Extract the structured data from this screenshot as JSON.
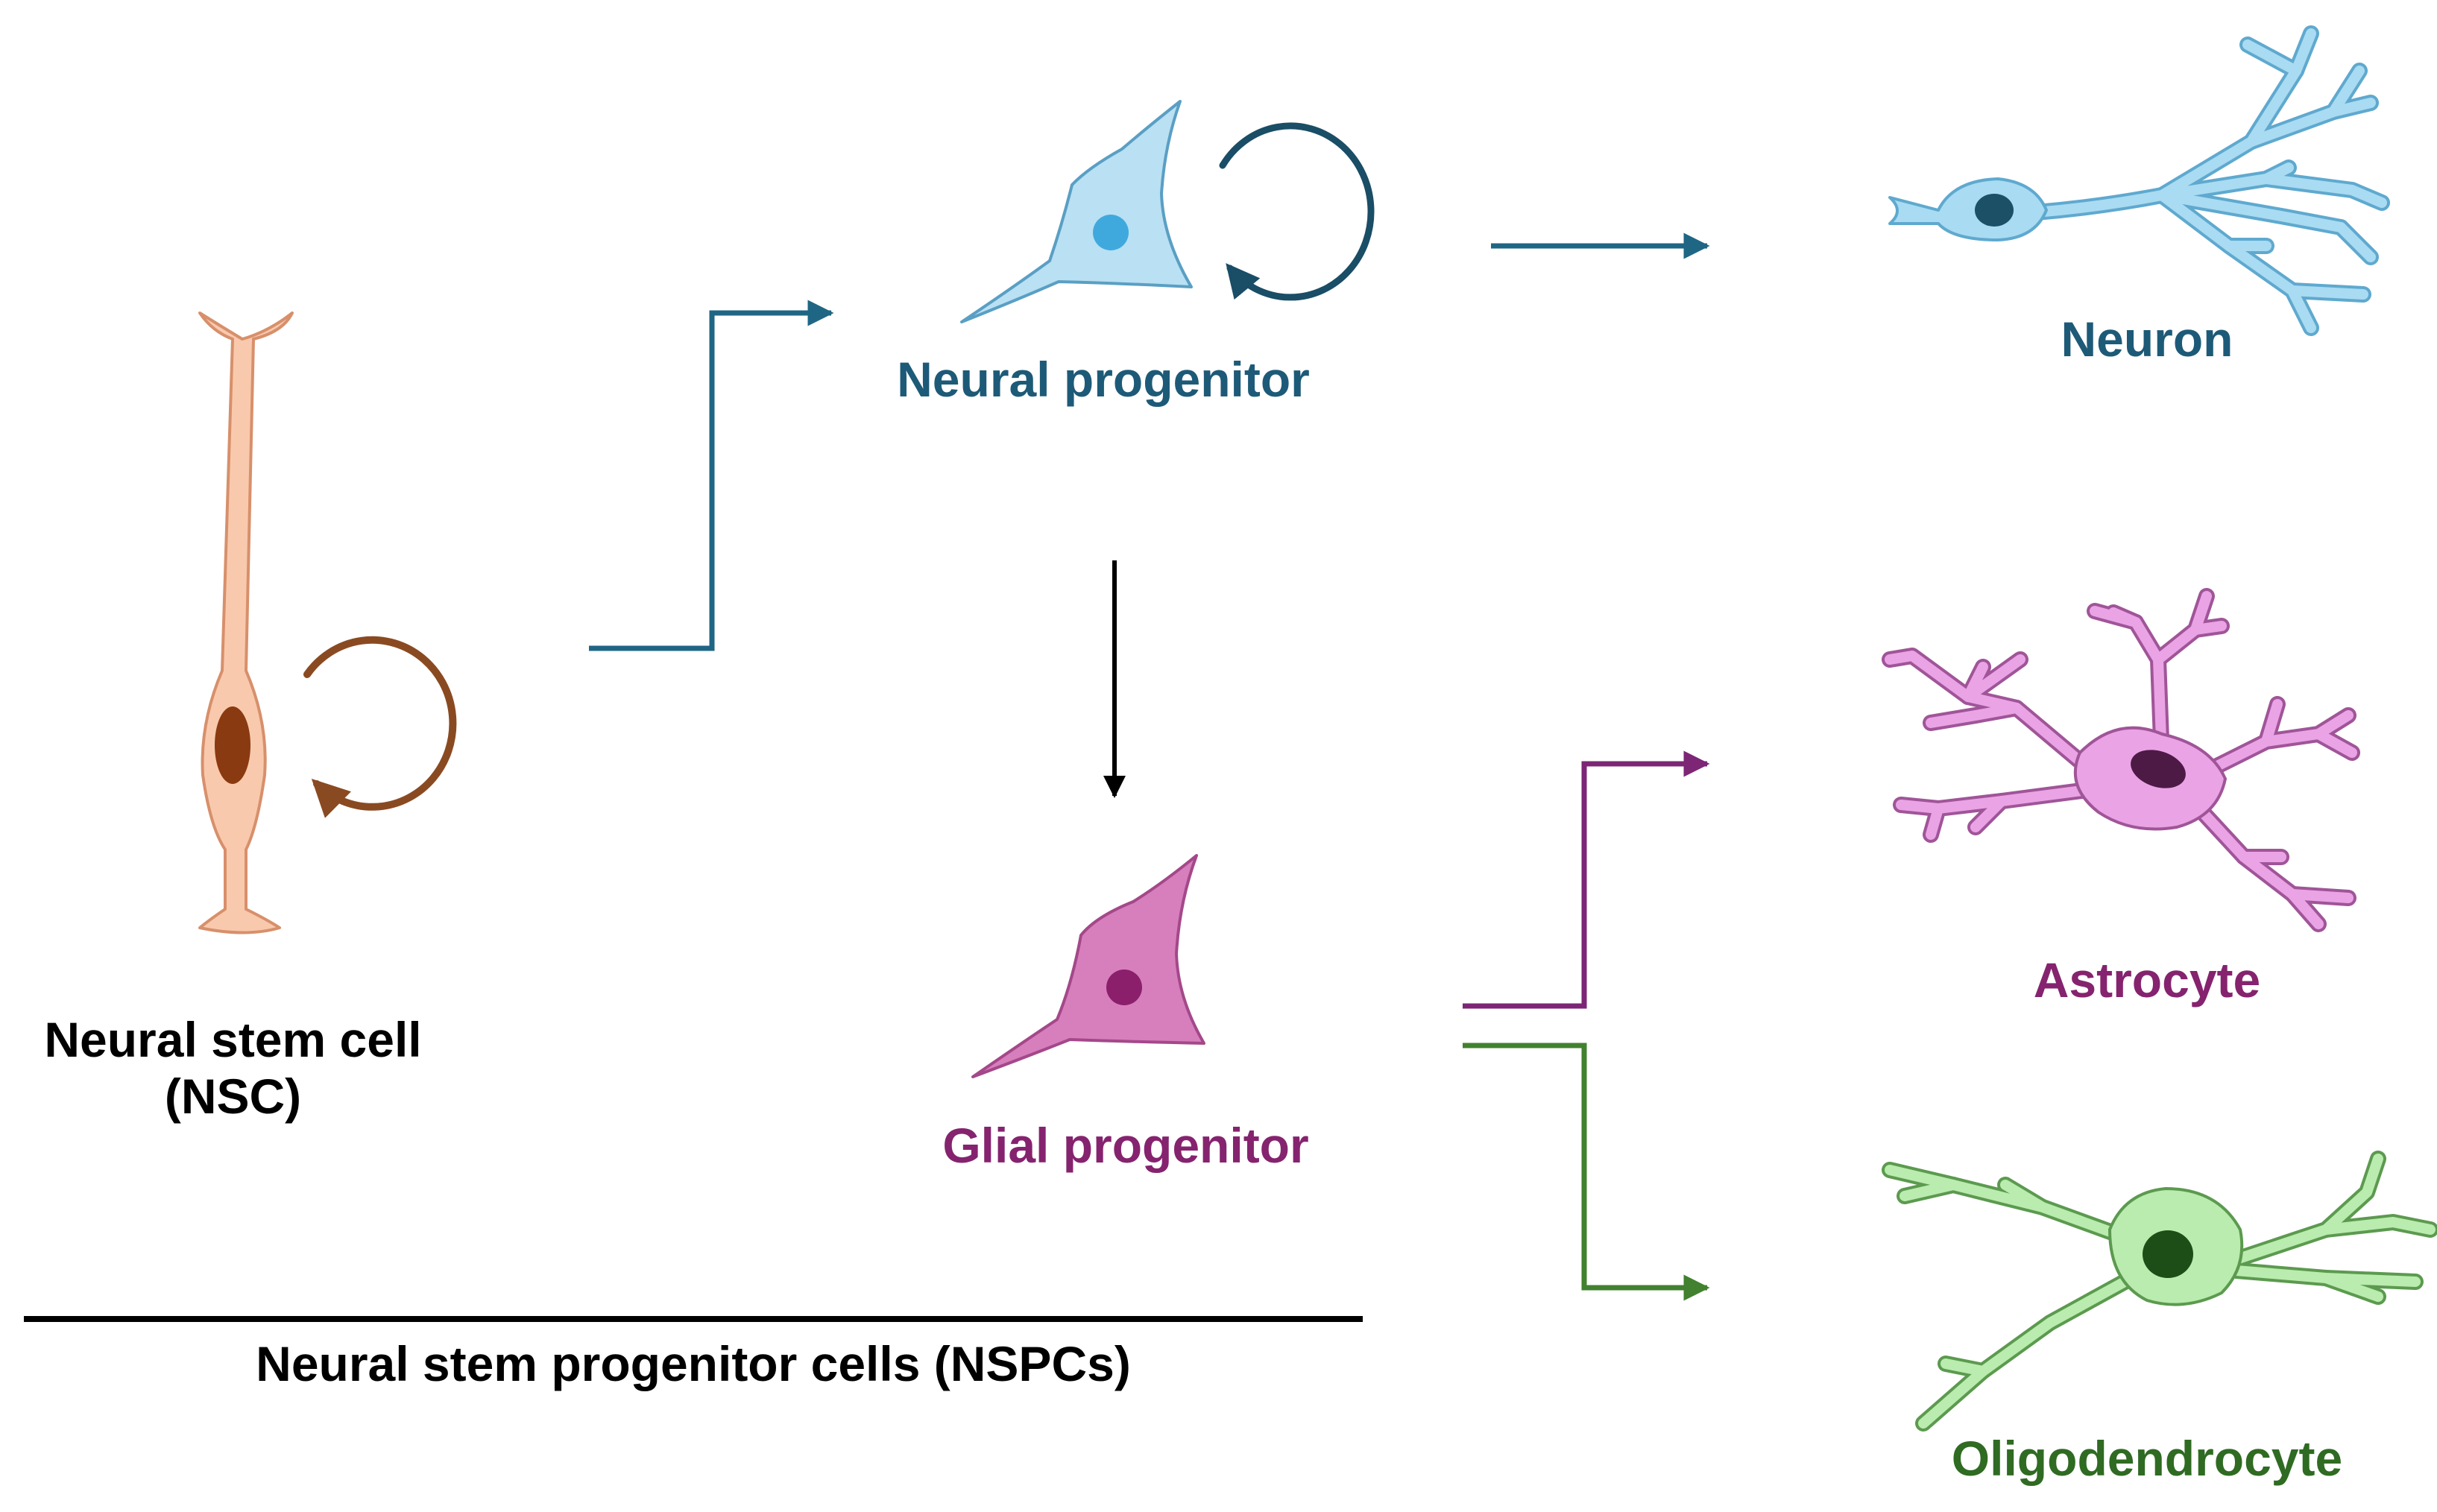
{
  "labels": {
    "nsc_line1": "Neural stem cell",
    "nsc_line2": "(NSC)",
    "neural_progenitor": "Neural progenitor",
    "glial_progenitor": "Glial progenitor",
    "neuron": "Neuron",
    "astrocyte": "Astrocyte",
    "oligodendrocyte": "Oligodendrocyte",
    "nspc_caption": "Neural stem progenitor cells (NSPCs)"
  },
  "colors": {
    "nsc_body": "#f9c9ad",
    "nsc_outline": "#d7906b",
    "nsc_nucleus": "#8a3a10",
    "nsc_loop": "#8a4a21",
    "neural_body": "#b9e0f3",
    "neural_outline": "#5a9fc4",
    "neural_nucleus": "#3fa9de",
    "neural_loop": "#1a4d66",
    "neural_arrow": "#1f6685",
    "neuron_body": "#a9dbf2",
    "neuron_nucleus": "#1b5066",
    "glial_body": "#d77fbd",
    "glial_outline": "#a4488a",
    "glial_nucleus": "#8b1f6b",
    "glial_text": "#85236f",
    "astro_body": "#eaa4e6",
    "astro_outline": "#a05598",
    "astro_nucleus": "#4d1a46",
    "astro_arrow": "#7c2675",
    "oligo_body": "#b9ecae",
    "oligo_outline": "#5c9a4f",
    "oligo_nucleus": "#1e4e17",
    "oligo_arrow": "#41812f",
    "neuron_text": "#1d5a78",
    "oligo_text": "#2f6b22",
    "black": "#000000"
  }
}
